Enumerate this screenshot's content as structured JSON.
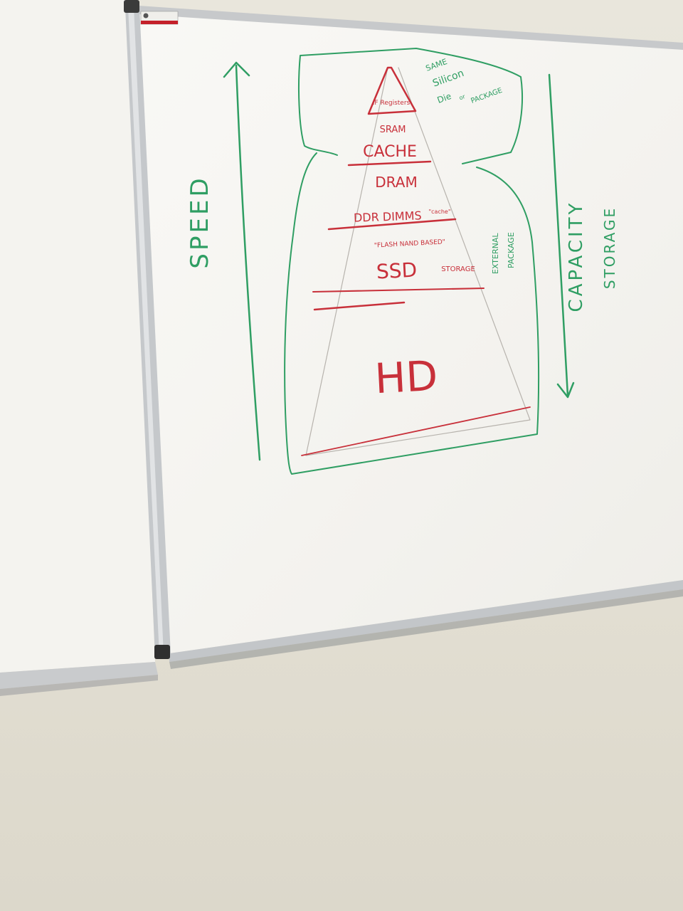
{
  "whiteboard": {
    "pyramid_levels": [
      {
        "id": "top",
        "label": "IF Registers"
      },
      {
        "id": "sram",
        "label": "SRAM"
      },
      {
        "id": "cache",
        "label": "CACHE"
      },
      {
        "id": "dram",
        "label": "DRAM"
      },
      {
        "id": "ddr",
        "label": "DDR DIMMS"
      },
      {
        "id": "ddr_note",
        "label": "\"cache\""
      },
      {
        "id": "flash",
        "label": "\"FLASH NAND BASED\""
      },
      {
        "id": "ssd",
        "label": "SSD"
      },
      {
        "id": "ssd_storage",
        "label": "STORAGE"
      },
      {
        "id": "hd",
        "label": "HD"
      }
    ],
    "annotations": {
      "speed": "SPEED",
      "capacity": "CAPACITY",
      "storage": "STORAGE",
      "same_silicon_die": [
        "SAME",
        "Silicon",
        "Die",
        "or",
        "PACKAGE"
      ],
      "external_package": [
        "EXTERNAL",
        "PACKAGE"
      ]
    },
    "colors": {
      "red_marker": "#c8303a",
      "green_marker": "#2f9e63",
      "board": "#f6f5f1",
      "frame": "#b9bcbf",
      "wall": "#e4e0d4"
    }
  }
}
